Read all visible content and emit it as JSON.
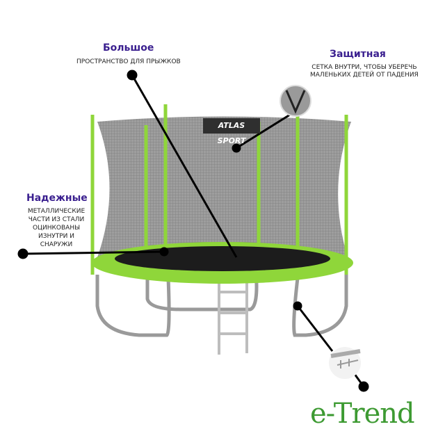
{
  "callouts": {
    "space": {
      "title": "Большое",
      "text": "ПРОСТРАНСТВО ДЛЯ ПРЫЖКОВ"
    },
    "net": {
      "title": "Защитная",
      "lines": [
        "СЕТКА ВНУТРИ, ЧТОБЫ УБЕРЕЧЬ",
        "МАЛЕНЬКИХ ДЕТЕЙ ОТ ПАДЕНИЯ"
      ]
    },
    "metal": {
      "title": "Надежные",
      "lines": [
        "МЕТАЛЛИЧЕСКИЕ",
        "ЧАСТИ ИЗ СТАЛИ",
        "ОЦИНКОВАНЫ",
        "ИЗНУТРИ И",
        "СНАРУЖИ"
      ]
    }
  },
  "product": {
    "sign_text": "ATLAS SPORT"
  },
  "brand": {
    "logo": "e-Trend"
  },
  "colors": {
    "accent": "#3a1f8f",
    "frame_green": "#8fd63a",
    "logo_green": "#3d9a32"
  }
}
